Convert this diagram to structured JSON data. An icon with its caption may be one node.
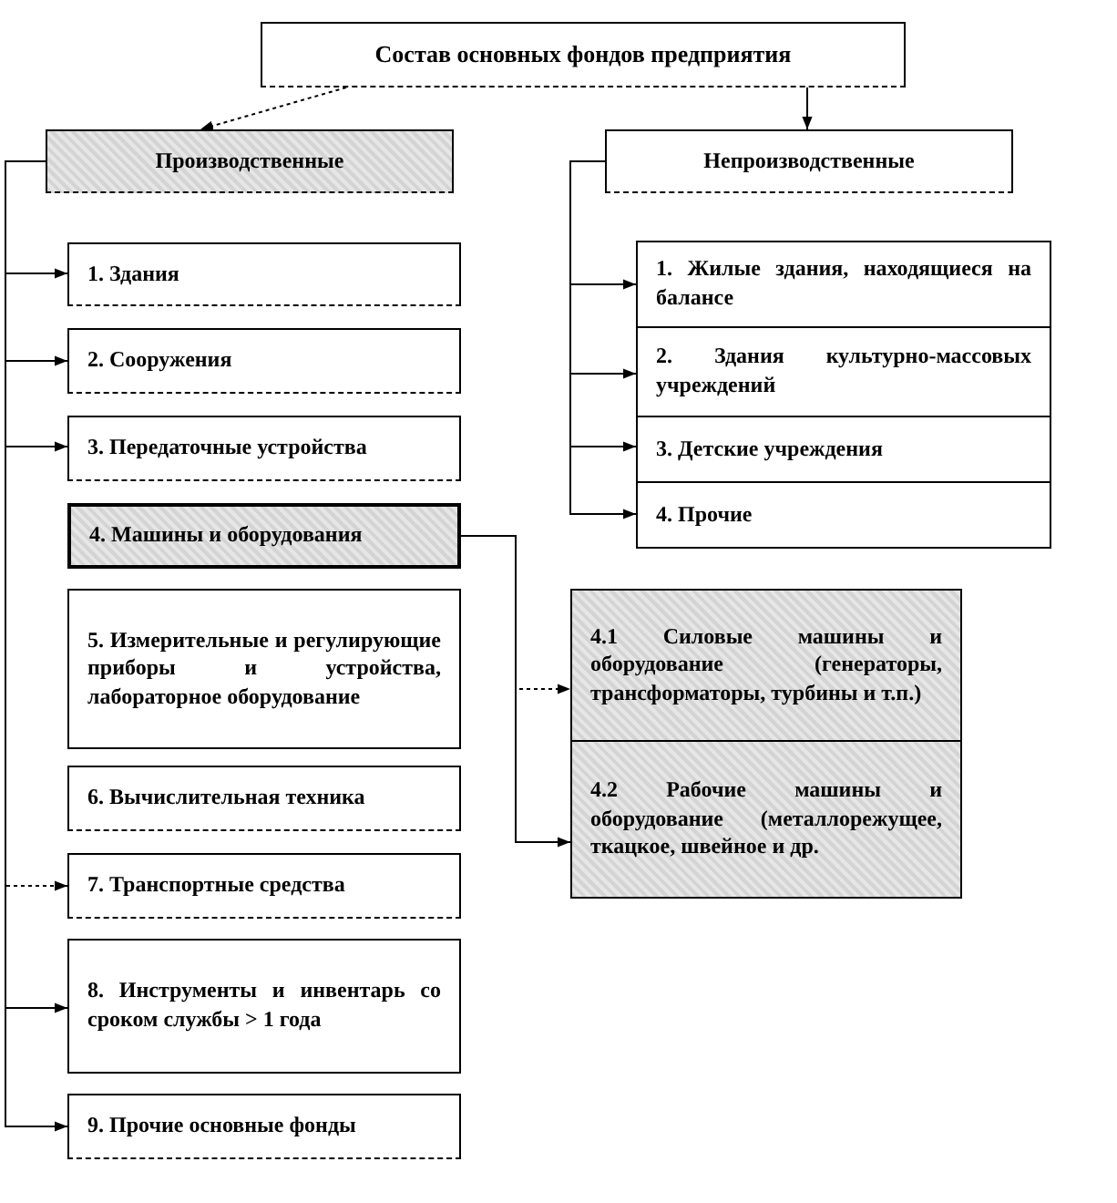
{
  "diagram": {
    "nodes": [
      {
        "text": [
          "Состав основных фондов предприятия"
        ]
      },
      {
        "text": [
          "Производственные"
        ]
      },
      {
        "text": [
          "Непроизводственные"
        ]
      },
      {
        "text": [
          "1. Здания"
        ]
      },
      {
        "text": [
          "2. Сооружения"
        ]
      },
      {
        "text": [
          "3. Передаточные устройства"
        ]
      },
      {
        "text": [
          "4. Машины и оборудования"
        ]
      },
      {
        "text": [
          "5. Измерительные и регулирующие приборы и устройства, лабораторное оборудование"
        ]
      },
      {
        "text": [
          "6. Вычислительная техника"
        ]
      },
      {
        "text": [
          "7. Транспортные средства"
        ]
      },
      {
        "text": [
          "8. Инструменты и инвентарь со сроком службы > 1 года"
        ]
      },
      {
        "text": [
          "9. Прочие основные фонды"
        ]
      },
      {
        "text": [
          "1. Жилые здания, находящиеся на балансе"
        ]
      },
      {
        "text": [
          "2. Здания культурно-массовых учреждений"
        ]
      },
      {
        "text": [
          "3. Детские учреждения"
        ]
      },
      {
        "text": [
          "4. Прочие"
        ]
      },
      {
        "text": [
          "4.1 Силовые машины и оборудование (генераторы, трансформаторы, турбины и т.п.)"
        ]
      },
      {
        "text": [
          "4.2 Рабочие машины и оборудование (металлорежущее, ткацкое, швейное и др."
        ]
      }
    ],
    "edges": [
      {
        "from": 0,
        "to": 1,
        "arrow": "to",
        "style": "dashed"
      },
      {
        "from": 0,
        "to": 2,
        "arrow": "to"
      },
      {
        "from": 1,
        "to": 3,
        "arrow": "to"
      },
      {
        "from": 1,
        "to": 4,
        "arrow": "to"
      },
      {
        "from": 1,
        "to": 5,
        "arrow": "to"
      },
      {
        "from": 1,
        "to": 9,
        "arrow": "to",
        "style": "dashed"
      },
      {
        "from": 1,
        "to": 10,
        "arrow": "to"
      },
      {
        "from": 1,
        "to": 11,
        "arrow": "to"
      },
      {
        "from": 2,
        "to": 12,
        "arrow": "to"
      },
      {
        "from": 2,
        "to": 13,
        "arrow": "to"
      },
      {
        "from": 2,
        "to": 14,
        "arrow": "to"
      },
      {
        "from": 2,
        "to": 15,
        "arrow": "to"
      },
      {
        "from": 6,
        "to": 16,
        "arrow": "to",
        "style": "dashed"
      },
      {
        "from": 6,
        "to": 17,
        "arrow": "to"
      }
    ]
  }
}
